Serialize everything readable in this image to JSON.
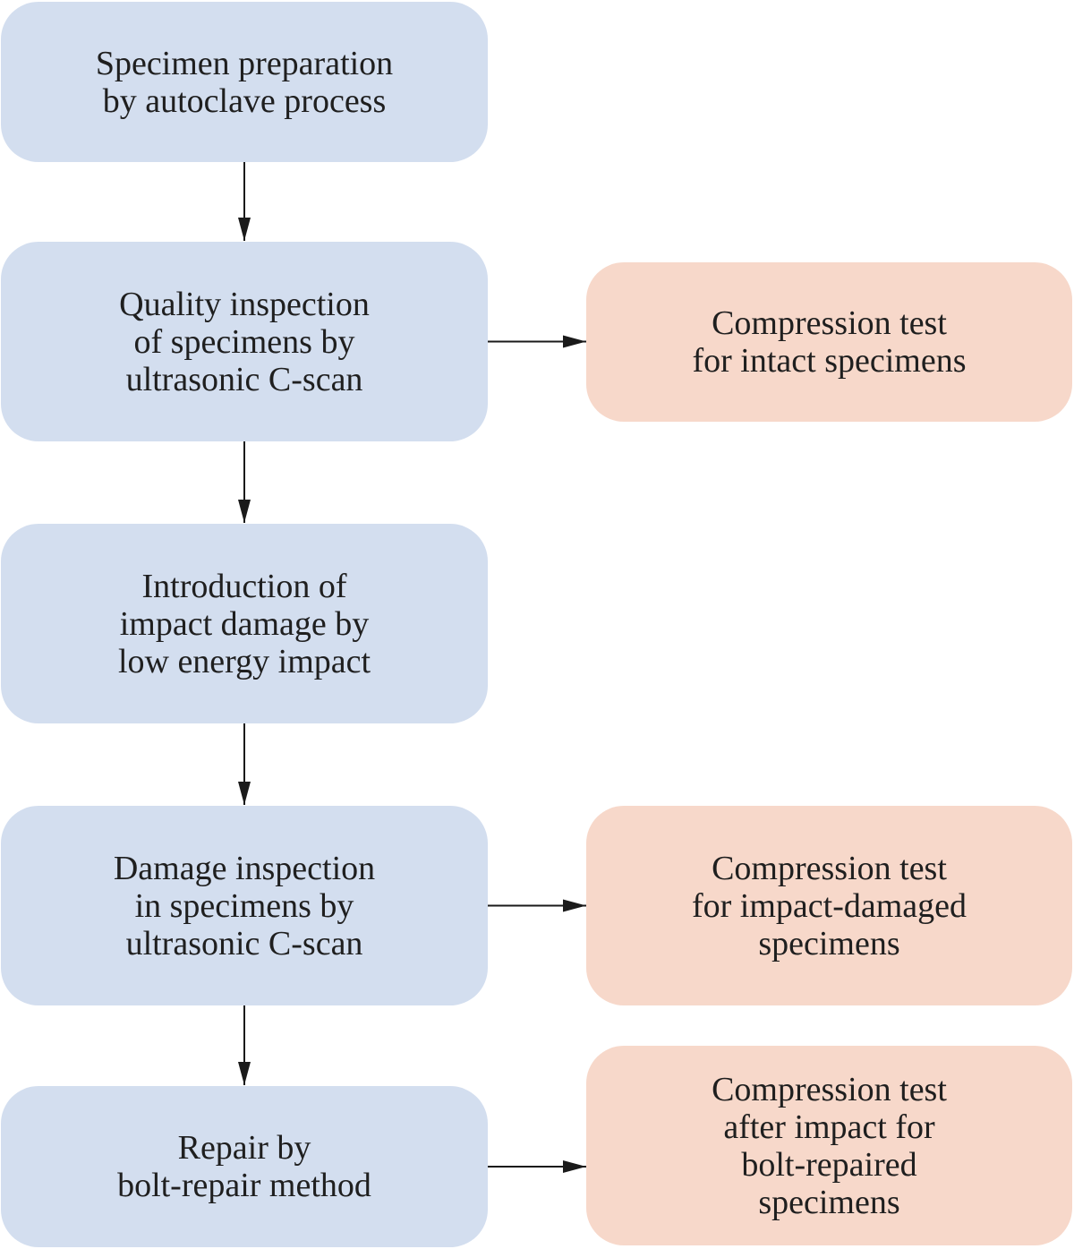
{
  "diagram": {
    "colors": {
      "process_fill": "#d3deef",
      "test_fill": "#f7d8ca",
      "text": "#1f1f1f",
      "arrow": "#1a1a1a"
    },
    "nodes": {
      "specimen_preparation": {
        "lines": [
          "Specimen preparation",
          "by autoclave process"
        ]
      },
      "quality_inspection": {
        "lines": [
          "Quality inspection",
          "of specimens by",
          "ultrasonic C-scan"
        ]
      },
      "impact_introduction": {
        "lines": [
          "Introduction of",
          "impact damage by",
          "low energy impact"
        ]
      },
      "damage_inspection": {
        "lines": [
          "Damage inspection",
          "in specimens by",
          "ultrasonic C-scan"
        ]
      },
      "bolt_repair": {
        "lines": [
          "Repair by",
          "bolt-repair method"
        ]
      },
      "compression_intact": {
        "lines": [
          "Compression test",
          "for intact specimens"
        ]
      },
      "compression_damaged": {
        "lines": [
          "Compression test",
          "for impact-damaged",
          "specimens"
        ]
      },
      "compression_repaired": {
        "lines": [
          "Compression test",
          "after impact for",
          "bolt-repaired",
          "specimens"
        ]
      }
    },
    "edges": [
      {
        "from": "specimen_preparation",
        "to": "quality_inspection"
      },
      {
        "from": "quality_inspection",
        "to": "impact_introduction"
      },
      {
        "from": "impact_introduction",
        "to": "damage_inspection"
      },
      {
        "from": "damage_inspection",
        "to": "bolt_repair"
      },
      {
        "from": "quality_inspection",
        "to": "compression_intact"
      },
      {
        "from": "damage_inspection",
        "to": "compression_damaged"
      },
      {
        "from": "bolt_repair",
        "to": "compression_repaired"
      }
    ]
  }
}
